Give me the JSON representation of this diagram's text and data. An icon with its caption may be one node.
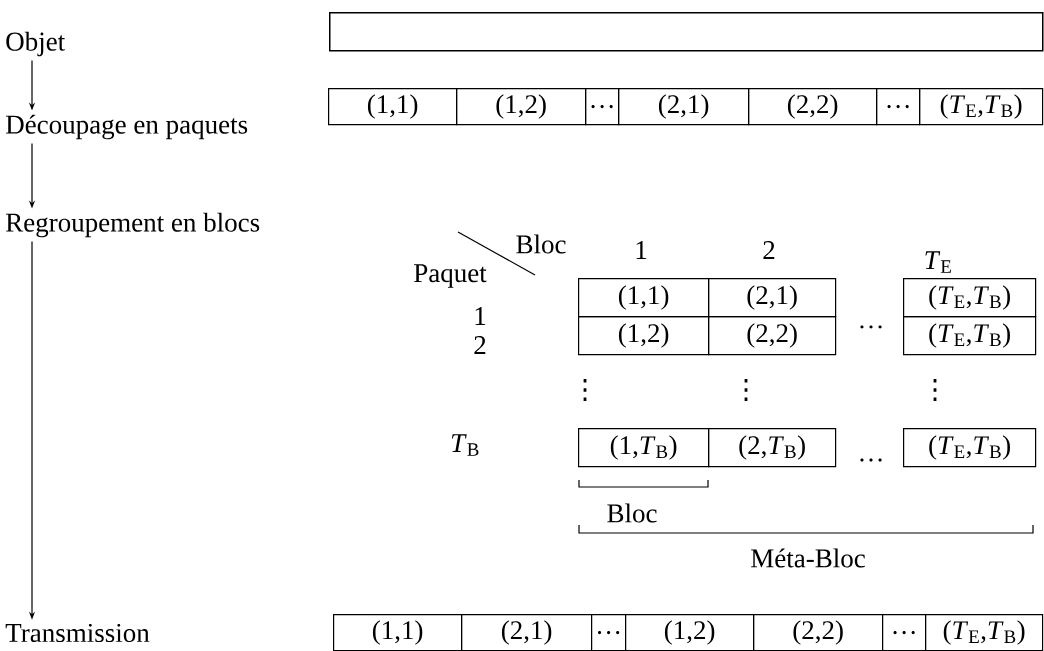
{
  "diagram": {
    "nodes": [
      {
        "text": [
          "Objet"
        ]
      },
      {
        "text": [],
        "shape": "box"
      },
      {
        "text": [
          "Découpage en paquets"
        ]
      },
      {
        "text": [
          "(1,1)"
        ]
      },
      {
        "text": [
          "(1,2)"
        ]
      },
      {
        "text": [
          "…"
        ]
      },
      {
        "text": [
          "(2,1)"
        ]
      },
      {
        "text": [
          "(2,2)"
        ]
      },
      {
        "text": [
          "…"
        ]
      },
      {
        "text": [
          "(*T*$_{E}$,*T*$_{B}$)"
        ]
      },
      {
        "text": [
          "Regroupement en blocs"
        ]
      },
      {
        "text": [
          "(1,1)"
        ]
      },
      {
        "text": [
          "(2,1)"
        ]
      },
      {
        "text": [
          "(*T*$_{E}$,*T*$_{B}$)"
        ]
      },
      {
        "text": [
          "(1,2)"
        ]
      },
      {
        "text": [
          "(2,2)"
        ]
      },
      {
        "text": [
          "(*T*$_{E}$,*T*$_{B}$)"
        ]
      },
      {
        "text": [
          "(1,*T*$_{B}$)"
        ]
      },
      {
        "text": [
          "(2,*T*$_{B}$)"
        ]
      },
      {
        "text": [
          "(*T*$_{E}$,*T*$_{B}$)"
        ]
      },
      {
        "text": [
          "Transmission"
        ]
      },
      {
        "text": [
          "(1,1)"
        ]
      },
      {
        "text": [
          "(2,1)"
        ]
      },
      {
        "text": [
          "…"
        ]
      },
      {
        "text": [
          "(1,2)"
        ]
      },
      {
        "text": [
          "(2,2)"
        ]
      },
      {
        "text": [
          "…"
        ]
      },
      {
        "text": [
          "(*T*$_{E}$,*T*$_{B}$)"
        ]
      }
    ],
    "edges": [
      {
        "from": 0,
        "to": 2,
        "arrow": "to"
      },
      {
        "from": 2,
        "to": 10,
        "arrow": "to"
      },
      {
        "from": 10,
        "to": 20,
        "arrow": "to"
      }
    ],
    "labels": [
      "Bloc",
      "1",
      "2",
      "*T*$_{E}$",
      "Paquet",
      "1",
      "…",
      "2",
      "⋮",
      "⋮",
      "⋮",
      "*T*$_{B}$",
      "…",
      "Bloc",
      "Méta-Bloc"
    ]
  }
}
